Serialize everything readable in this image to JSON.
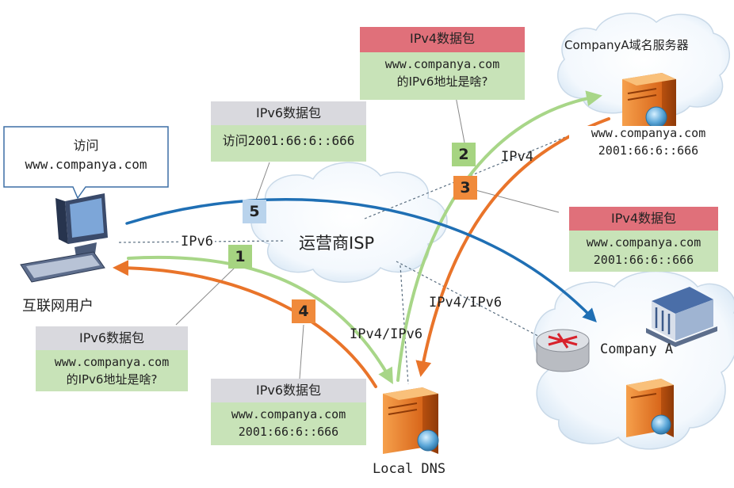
{
  "user": {
    "callout_line1": "访问",
    "callout_line2": "www.companya.com",
    "label": "互联网用户"
  },
  "isp_label": "运营商ISP",
  "dns_server": {
    "title": "CompanyA域名服务器",
    "record_line1": "www.companya.com",
    "record_line2": "2001:66:6::666"
  },
  "company": {
    "label": "Company A"
  },
  "local_dns": {
    "label": "Local DNS"
  },
  "links": {
    "user_isp": "IPv6",
    "isp_dns": "IPv4",
    "local_isp": "IPv4/IPv6",
    "isp_company": "IPv4/IPv6"
  },
  "packets": {
    "p5": {
      "header": "IPv6数据包",
      "line1": "访问2001:66:6::666"
    },
    "p2": {
      "header": "IPv4数据包",
      "line1": "www.companya.com",
      "line2": "的IPv6地址是啥?"
    },
    "p3": {
      "header": "IPv4数据包",
      "line1": "www.companya.com",
      "line2": "2001:66:6::666"
    },
    "p1": {
      "header": "IPv6数据包",
      "line1": "www.companya.com",
      "line2": "的IPv6地址是啥?"
    },
    "p4": {
      "header": "IPv6数据包",
      "line1": "www.companya.com",
      "line2": "2001:66:6::666"
    }
  },
  "steps": {
    "s1": "1",
    "s2": "2",
    "s3": "3",
    "s4": "4",
    "s5": "5"
  },
  "colors": {
    "green_arrow": "#a8d688",
    "orange_arrow": "#e9742a",
    "blue_arrow": "#1f6fb4",
    "packet_body": "#c8e3b8",
    "header_grey": "#d9d9de",
    "header_red": "#e0707a"
  }
}
